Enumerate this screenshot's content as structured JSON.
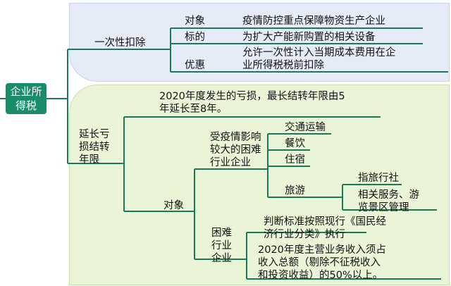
{
  "root": {
    "label": "企业所得税",
    "line1": "企业所",
    "line2": "得税"
  },
  "branch_one_time_deduction": {
    "label": "一次性扣除",
    "items": [
      {
        "key": "对象",
        "value": "疫情防控重点保障物资生产企业"
      },
      {
        "key": "标的",
        "value": "为扩大产能新购置的相关设备"
      },
      {
        "key": "优惠",
        "value_line1": "允许一次性计入当期成本费用在企",
        "value_line2": "业所得税税前扣除"
      }
    ]
  },
  "branch_loss_carryforward": {
    "label_line1": "延长亏",
    "label_line2": "损结转",
    "label_line3": "年限",
    "summary_line1": "2020年度发生的亏损，最长结转年限由5",
    "summary_line2": "年延长至8年。",
    "object": {
      "label": "对象",
      "hard_hit": {
        "label_line1": "受疫情影响",
        "label_line2": "较大的困难",
        "label_line3": "行业企业",
        "industries": [
          {
            "label": "交通运输"
          },
          {
            "label": "餐饮"
          },
          {
            "label": "住宿"
          },
          {
            "label": "旅游",
            "sub": [
              {
                "label": "指旅行社"
              },
              {
                "label_line1": "相关服务、游",
                "label_line2": "览景区管理"
              }
            ]
          }
        ]
      },
      "difficult_enterprise": {
        "label_line1": "困难",
        "label_line2": "行业",
        "label_line3": "企业",
        "criteria": [
          {
            "line1": "判断标准按照现行《国民经",
            "line2": "济行业分类》执行"
          },
          {
            "line1": "2020年度主营业务收入须占",
            "line2": "收入总额（剔除不征税收入",
            "line3": "和投资收益）的50%以上。"
          }
        ]
      }
    }
  },
  "colors": {
    "root_bg": "#1a8c6a",
    "line_color": "#1a7a58",
    "top_panel_bg": "#e6ebf8",
    "bottom_panel_bg": "#e9f5d6"
  }
}
